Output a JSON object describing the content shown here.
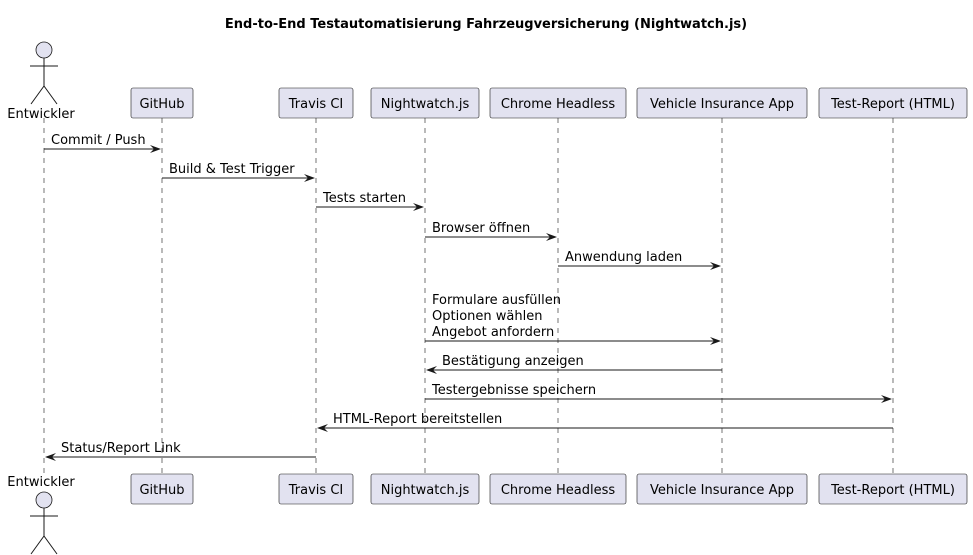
{
  "diagram": {
    "title": "End-to-End Testautomatisierung Fahrzeugversicherung (Nightwatch.js)",
    "participants": [
      {
        "id": "dev",
        "label": "Entwickler",
        "kind": "actor"
      },
      {
        "id": "gh",
        "label": "GitHub",
        "kind": "participant"
      },
      {
        "id": "travis",
        "label": "Travis CI",
        "kind": "participant"
      },
      {
        "id": "nw",
        "label": "Nightwatch.js",
        "kind": "participant"
      },
      {
        "id": "chrome",
        "label": "Chrome Headless",
        "kind": "participant"
      },
      {
        "id": "app",
        "label": "Vehicle Insurance App",
        "kind": "participant"
      },
      {
        "id": "report",
        "label": "Test-Report (HTML)",
        "kind": "participant"
      }
    ],
    "messages": [
      {
        "from": "dev",
        "to": "gh",
        "lines": [
          "Commit / Push"
        ]
      },
      {
        "from": "gh",
        "to": "travis",
        "lines": [
          "Build & Test Trigger"
        ]
      },
      {
        "from": "travis",
        "to": "nw",
        "lines": [
          "Tests starten"
        ]
      },
      {
        "from": "nw",
        "to": "chrome",
        "lines": [
          "Browser öffnen"
        ]
      },
      {
        "from": "chrome",
        "to": "app",
        "lines": [
          "Anwendung laden"
        ]
      },
      {
        "from": "nw",
        "to": "app",
        "lines": [
          "Formulare ausfüllen",
          "Optionen wählen",
          "Angebot anfordern"
        ]
      },
      {
        "from": "app",
        "to": "nw",
        "lines": [
          "Bestätigung anzeigen"
        ]
      },
      {
        "from": "nw",
        "to": "report",
        "lines": [
          "Testergebnisse speichern"
        ]
      },
      {
        "from": "report",
        "to": "travis",
        "lines": [
          "HTML-Report bereitstellen"
        ]
      },
      {
        "from": "travis",
        "to": "dev",
        "lines": [
          "Status/Report Link"
        ]
      }
    ]
  }
}
